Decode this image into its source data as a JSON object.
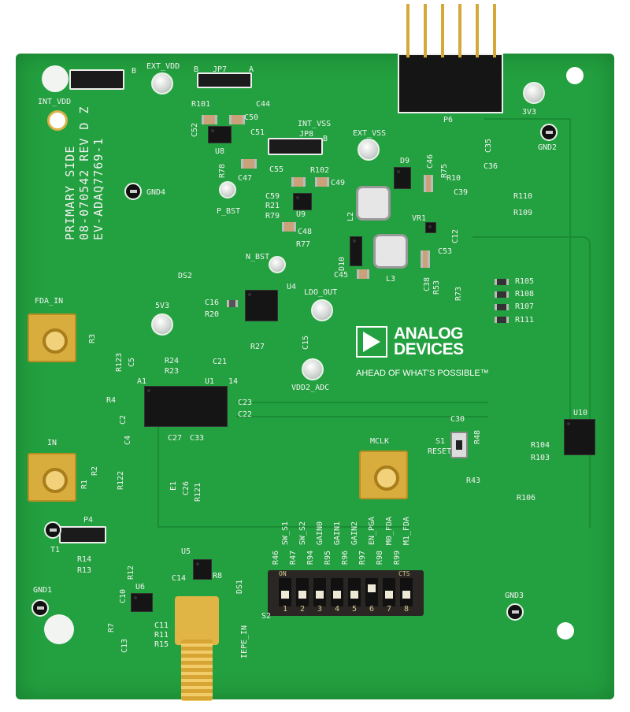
{
  "board": {
    "side_text": [
      "PRIMARY SIDE",
      "08-070542 REV D Z",
      "EV-ADAQ7769-1"
    ],
    "logo": {
      "line1": "ANALOG",
      "line2": "DEVICES",
      "tagline": "AHEAD OF WHAT'S POSSIBLE™"
    },
    "colors": {
      "pcb": "#23a03f",
      "silk": "#f2f2f2",
      "gold": "#d8ad3e"
    }
  },
  "labels": [
    "INT_VDD",
    "EXT_VDD",
    "B",
    "JP7",
    "B",
    "A",
    "R101",
    "C44",
    "C52",
    "C50",
    "C51",
    "U8",
    "R78",
    "C47",
    "INT_VSS",
    "JP8",
    "B",
    "EXT_VSS",
    "C55",
    "R102",
    "C49",
    "C59",
    "R21",
    "U9",
    "R79",
    "C48",
    "R77",
    "P_BST",
    "N_BST",
    "GND4",
    "D9",
    "C46",
    "R75",
    "R10",
    "C39",
    "C35",
    "C36",
    "R110",
    "R109",
    "VR1",
    "C12",
    "L2",
    "L3",
    "D10",
    "C45",
    "C53",
    "C38",
    "R53",
    "R73",
    "R105",
    "R108",
    "R107",
    "R111",
    "3V3",
    "GND2",
    "P6",
    "FDA_IN",
    "R3",
    "R123",
    "C5",
    "5V3",
    "C16",
    "R20",
    "U4",
    "LDO_OUT",
    "R27",
    "C15",
    "R24",
    "R23",
    "C21",
    "U1",
    "A1",
    "14",
    "C23",
    "C22",
    "R4",
    "C2",
    "C4",
    "VDD2_ADC",
    "IN",
    "R2",
    "R1",
    "R122",
    "C27",
    "C33",
    "E1",
    "C26",
    "R121",
    "MCLK",
    "C30",
    "R48",
    "S1",
    "RESET",
    "R43",
    "R104",
    "R103",
    "R106",
    "U10",
    "P4",
    "T1",
    "R14",
    "R13",
    "R12",
    "U5",
    "C14",
    "R8",
    "DS1",
    "C10",
    "U6",
    "R7",
    "C13",
    "C11",
    "R11",
    "R15",
    "IEPE_IN",
    "S2",
    "GND1",
    "GND3",
    "DS2",
    "R46",
    "R47",
    "R94",
    "R95",
    "R96",
    "R97",
    "R98",
    "R99",
    "SW_S1",
    "SW_S2",
    "GAIN0",
    "GAIN1",
    "GAIN2",
    "EN_PGA",
    "M0_FDA",
    "M1_FDA",
    "ON",
    "CTS",
    "1",
    "2",
    "3",
    "4",
    "5",
    "6",
    "7",
    "8"
  ]
}
